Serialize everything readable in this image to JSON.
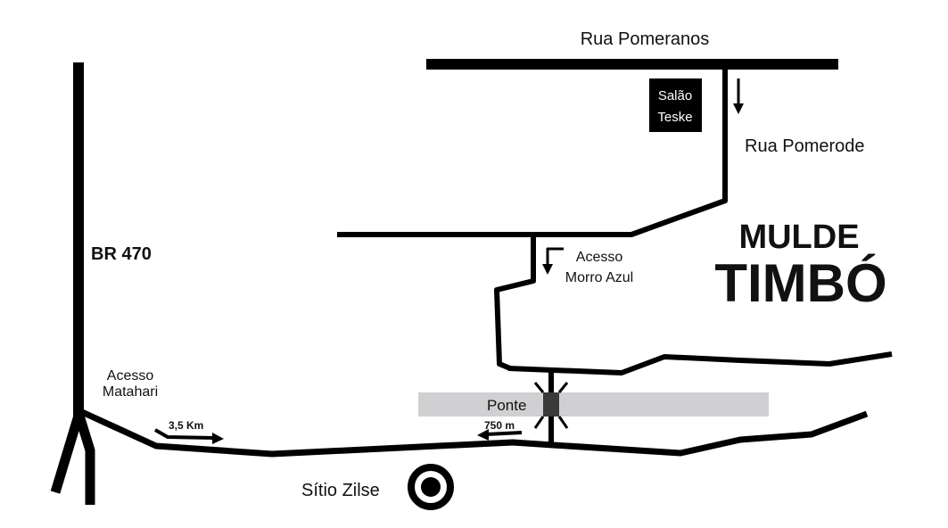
{
  "labels": {
    "rua_pomeranos": "Rua Pomeranos",
    "rua_pomerode": "Rua Pomerode",
    "salao_line1": "Salão",
    "salao_line2": "Teske",
    "mulde": "MULDE",
    "timbo": "TIMBÓ",
    "br470": "BR 470",
    "acesso_morro_line1": "Acesso",
    "acesso_morro_line2": "Morro Azul",
    "acesso_matahari_line1": "Acesso",
    "acesso_matahari_line2": "Matahari",
    "ponte": "Ponte",
    "dist_750": "750 m",
    "dist_35": "3,5 Km",
    "sitio": "Sítio Zilse"
  },
  "colors": {
    "road": "#000000",
    "river": "#d0d0d2",
    "bridge": "#3a3a3a"
  }
}
